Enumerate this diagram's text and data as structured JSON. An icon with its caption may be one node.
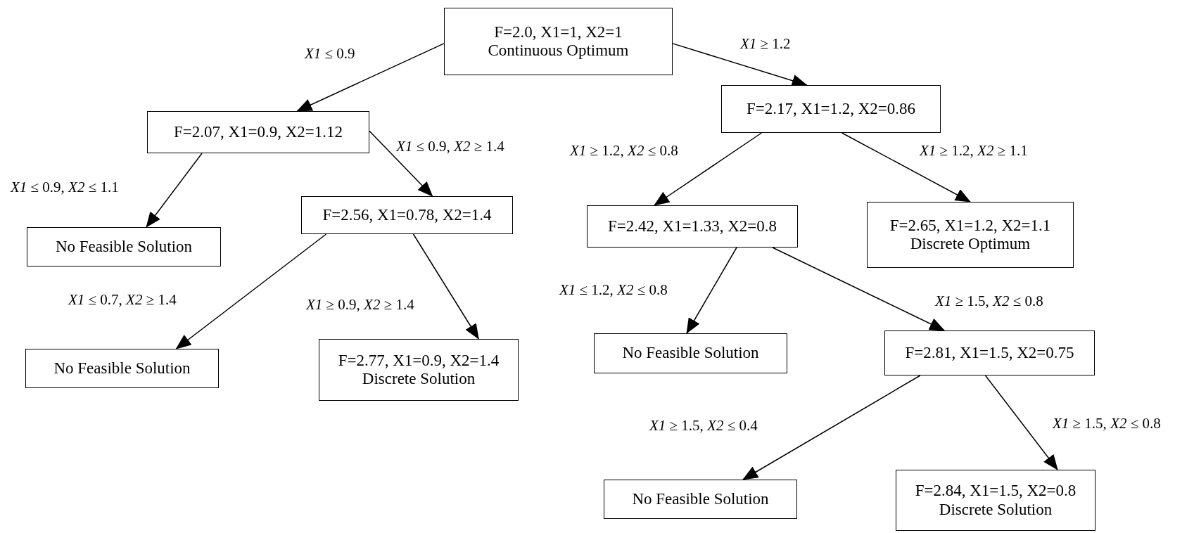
{
  "diagram": {
    "nodes": [
      {
        "text": [
          "F=2.0, X1=1, X2=1",
          "Continuous Optimum"
        ]
      },
      {
        "text": [
          "F=2.07, X1=0.9, X2=1.12"
        ]
      },
      {
        "text": [
          "F=2.17, X1=1.2, X2=0.86"
        ]
      },
      {
        "text": [
          "No Feasible Solution"
        ]
      },
      {
        "text": [
          "F=2.56, X1=0.78, X2=1.4"
        ]
      },
      {
        "text": [
          "F=2.42, X1=1.33, X2=0.8"
        ]
      },
      {
        "text": [
          "F=2.65, X1=1.2, X2=1.1",
          "Discrete Optimum"
        ]
      },
      {
        "text": [
          "No Feasible Solution"
        ]
      },
      {
        "text": [
          "F=2.77, X1=0.9, X2=1.4",
          "Discrete Solution"
        ]
      },
      {
        "text": [
          "No Feasible Solution"
        ]
      },
      {
        "text": [
          "F=2.81, X1=1.5, X2=0.75"
        ]
      },
      {
        "text": [
          "No Feasible Solution"
        ]
      },
      {
        "text": [
          "F=2.84, X1=1.5, X2=0.8",
          "Discrete Solution"
        ]
      }
    ],
    "edges": [
      {
        "from": 0,
        "to": 1,
        "arrow": "to",
        "label": "*X1* ≤ 0.9"
      },
      {
        "from": 0,
        "to": 2,
        "arrow": "to",
        "label": "*X1* ≥ 1.2"
      },
      {
        "from": 1,
        "to": 3,
        "arrow": "to",
        "label": "*X1* ≤ 0.9, *X2* ≤ 1.1"
      },
      {
        "from": 1,
        "to": 4,
        "arrow": "to",
        "label": "*X1* ≤ 0.9, *X2* ≥ 1.4"
      },
      {
        "from": 2,
        "to": 5,
        "arrow": "to",
        "label": "*X1* ≥ 1.2, *X2* ≤ 0.8"
      },
      {
        "from": 2,
        "to": 6,
        "arrow": "to",
        "label": "*X1* ≥ 1.2, *X2* ≥ 1.1"
      },
      {
        "from": 4,
        "to": 7,
        "arrow": "to",
        "label": "*X1* ≤ 0.7, *X2* ≥ 1.4"
      },
      {
        "from": 4,
        "to": 8,
        "arrow": "to",
        "label": "*X1* ≥ 0.9, *X2* ≥ 1.4"
      },
      {
        "from": 5,
        "to": 9,
        "arrow": "to",
        "label": "*X1* ≤ 1.2, *X2* ≤ 0.8"
      },
      {
        "from": 5,
        "to": 10,
        "arrow": "to",
        "label": "*X1* ≥ 1.5, *X2* ≤ 0.8"
      },
      {
        "from": 10,
        "to": 11,
        "arrow": "to",
        "label": "*X1* ≥ 1.5, *X2* ≤ 0.4"
      },
      {
        "from": 10,
        "to": 12,
        "arrow": "to",
        "label": "*X1* ≥ 1.5, *X2* ≤ 0.8"
      }
    ]
  }
}
